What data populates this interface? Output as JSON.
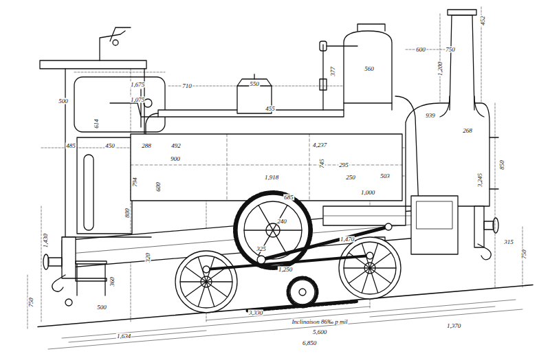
{
  "diagram": {
    "labels": [
      "452",
      "1,200",
      "600",
      "750",
      "377",
      "560",
      "939",
      "268",
      "3,245",
      "850",
      "503",
      "1,675",
      "1,075",
      "500",
      "614",
      "710",
      "550",
      "455",
      "4,237",
      "485",
      "450",
      "288",
      "492",
      "900",
      "1,918",
      "745",
      "295",
      "250",
      "1,000",
      "685",
      "240",
      "325",
      "1,470",
      "1,250",
      "3,330",
      "Inclinaison 86‰ p mil",
      "5,600",
      "6,850",
      "1,370",
      "1,634",
      "1,430",
      "750",
      "500",
      "360",
      "320",
      "800",
      "794",
      "600",
      "750",
      "315"
    ]
  }
}
